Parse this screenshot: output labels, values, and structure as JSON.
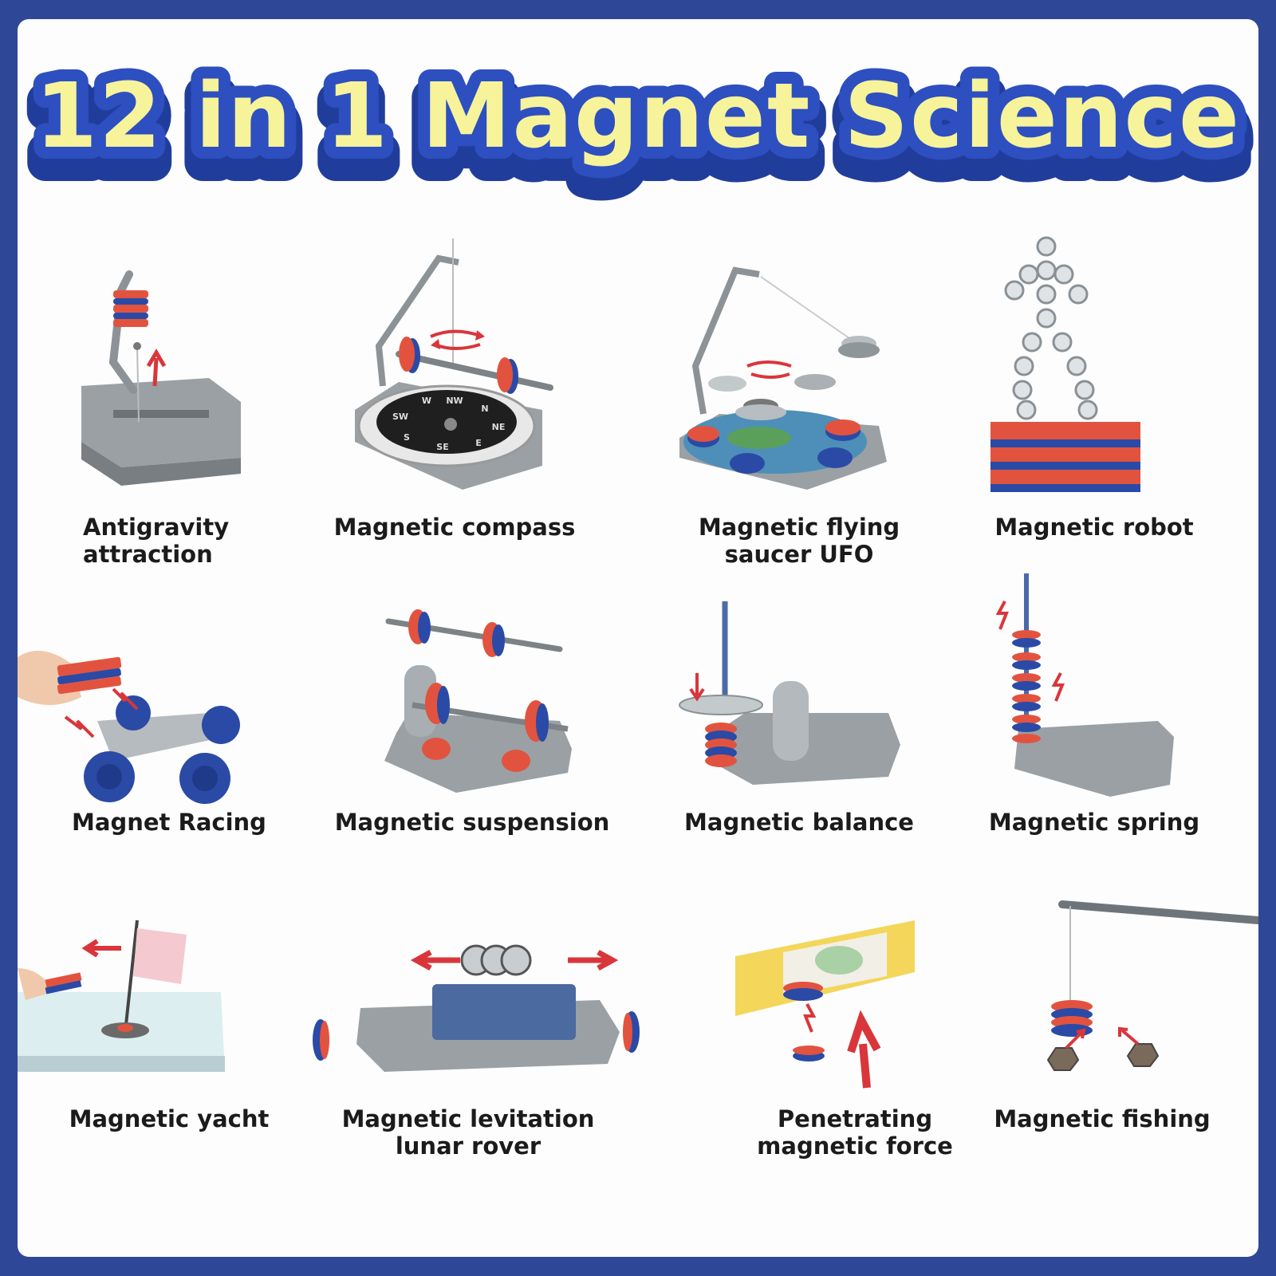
{
  "title": "12 in 1 Magnet Science",
  "colors": {
    "background": "#2f4797",
    "panel": "#fdfdfd",
    "title_fill": "#f7f39a",
    "title_outline": "#213d9c",
    "magnet_red": "#e2533f",
    "magnet_blue": "#2a4aa6",
    "plastic_gray": "#8f9599",
    "arrow_red": "#d9363b"
  },
  "items": [
    {
      "caption_l1": "Antigravity",
      "caption_l2": "attraction"
    },
    {
      "caption_l1": "Magnetic compass",
      "caption_l2": ""
    },
    {
      "caption_l1": "Magnetic flying",
      "caption_l2": "saucer UFO"
    },
    {
      "caption_l1": "Magnetic robot",
      "caption_l2": ""
    },
    {
      "caption_l1": "Magnet Racing",
      "caption_l2": ""
    },
    {
      "caption_l1": "Magnetic suspension",
      "caption_l2": ""
    },
    {
      "caption_l1": "Magnetic balance",
      "caption_l2": ""
    },
    {
      "caption_l1": "Magnetic spring",
      "caption_l2": ""
    },
    {
      "caption_l1": "Magnetic yacht",
      "caption_l2": ""
    },
    {
      "caption_l1": "Magnetic levitation",
      "caption_l2": "lunar rover"
    },
    {
      "caption_l1": "Penetrating",
      "caption_l2": "magnetic force"
    },
    {
      "caption_l1": "Magnetic fishing",
      "caption_l2": ""
    }
  ],
  "compass_labels": [
    "W",
    "NW",
    "N",
    "NE",
    "E",
    "SE",
    "S",
    "SW"
  ]
}
